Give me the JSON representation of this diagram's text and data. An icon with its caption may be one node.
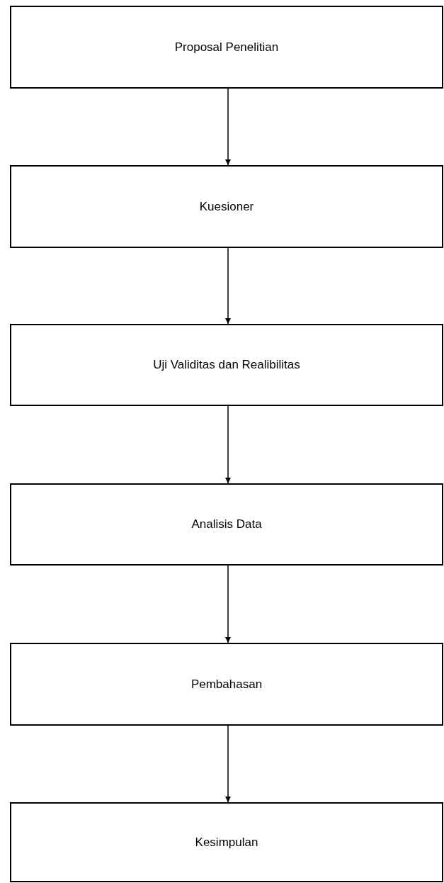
{
  "diagram": {
    "nodes": [
      {
        "text": [
          "Proposal Penelitian"
        ]
      },
      {
        "text": [
          "Kuesioner"
        ]
      },
      {
        "text": [
          "Uji Validitas dan Realibilitas"
        ]
      },
      {
        "text": [
          "Analisis Data"
        ]
      },
      {
        "text": [
          "Pembahasan"
        ]
      },
      {
        "text": [
          "Kesimpulan"
        ]
      }
    ],
    "edges": [
      {
        "from": 0,
        "to": 1,
        "arrow": "to"
      },
      {
        "from": 1,
        "to": 2,
        "arrow": "to"
      },
      {
        "from": 2,
        "to": 3,
        "arrow": "to"
      },
      {
        "from": 3,
        "to": 4,
        "arrow": "to"
      },
      {
        "from": 4,
        "to": 5,
        "arrow": "to"
      }
    ]
  }
}
